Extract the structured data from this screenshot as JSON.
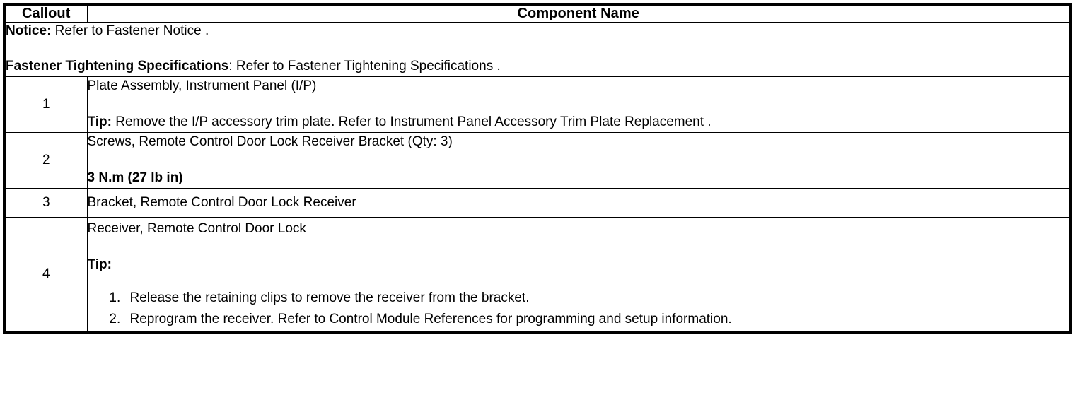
{
  "table": {
    "headers": {
      "callout": "Callout",
      "component_name": "Component Name"
    },
    "notice": {
      "notice_label": "Notice:",
      "notice_text": " Refer to Fastener Notice .",
      "fastener_label": "Fastener Tightening Specifications",
      "fastener_text": ": Refer to Fastener Tightening Specifications ."
    },
    "rows": [
      {
        "callout": "1",
        "title": "Plate Assembly, Instrument Panel (I/P)",
        "tip_label": "Tip:",
        "tip_text": " Remove the I/P accessory trim plate. Refer to Instrument Panel Accessory Trim Plate Replacement ."
      },
      {
        "callout": "2",
        "title": "Screws, Remote Control Door Lock Receiver Bracket (Qty: 3)",
        "torque": "3 N.m (27 lb in)"
      },
      {
        "callout": "3",
        "title": "Bracket, Remote Control Door Lock Receiver"
      },
      {
        "callout": "4",
        "title": "Receiver, Remote Control Door Lock",
        "tip_label": "Tip:",
        "steps": [
          "Release the retaining clips to remove the receiver from the bracket.",
          "Reprogram the receiver. Refer to Control Module References for programming and setup information."
        ]
      }
    ]
  },
  "colors": {
    "border": "#000000",
    "text": "#000000",
    "background": "#ffffff"
  }
}
